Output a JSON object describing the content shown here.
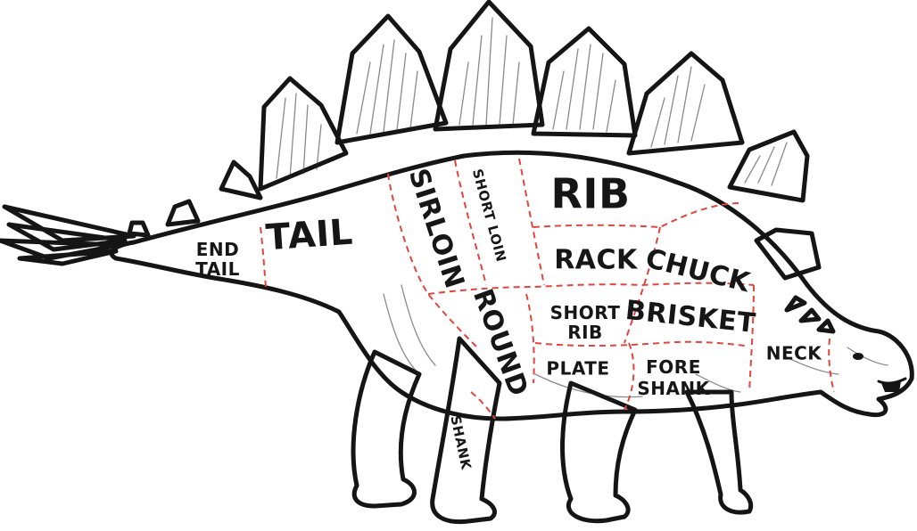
{
  "diagram": {
    "colors": {
      "body_fill": "#f3efec",
      "outline": "#151515",
      "cut_line": "#e0463f",
      "label": "#161616"
    },
    "cuts": [
      {
        "id": "end-tail",
        "lines": [
          "END",
          "TAIL"
        ]
      },
      {
        "id": "tail",
        "lines": [
          "TAIL"
        ]
      },
      {
        "id": "sirloin",
        "lines": [
          "SIRLOIN"
        ]
      },
      {
        "id": "short-loin",
        "lines": [
          "SHORT LOIN"
        ]
      },
      {
        "id": "rib",
        "lines": [
          "RIB"
        ]
      },
      {
        "id": "rack",
        "lines": [
          "RACK"
        ]
      },
      {
        "id": "chuck",
        "lines": [
          "CHUCK"
        ]
      },
      {
        "id": "round",
        "lines": [
          "ROUND"
        ]
      },
      {
        "id": "short-rib",
        "lines": [
          "SHORT",
          "RIB"
        ]
      },
      {
        "id": "brisket",
        "lines": [
          "BRISKET"
        ]
      },
      {
        "id": "plate",
        "lines": [
          "PLATE"
        ]
      },
      {
        "id": "fore-shank",
        "lines": [
          "FORE",
          "SHANK"
        ]
      },
      {
        "id": "neck",
        "lines": [
          "NECK"
        ]
      },
      {
        "id": "shank",
        "lines": [
          "SHANK"
        ]
      }
    ]
  }
}
